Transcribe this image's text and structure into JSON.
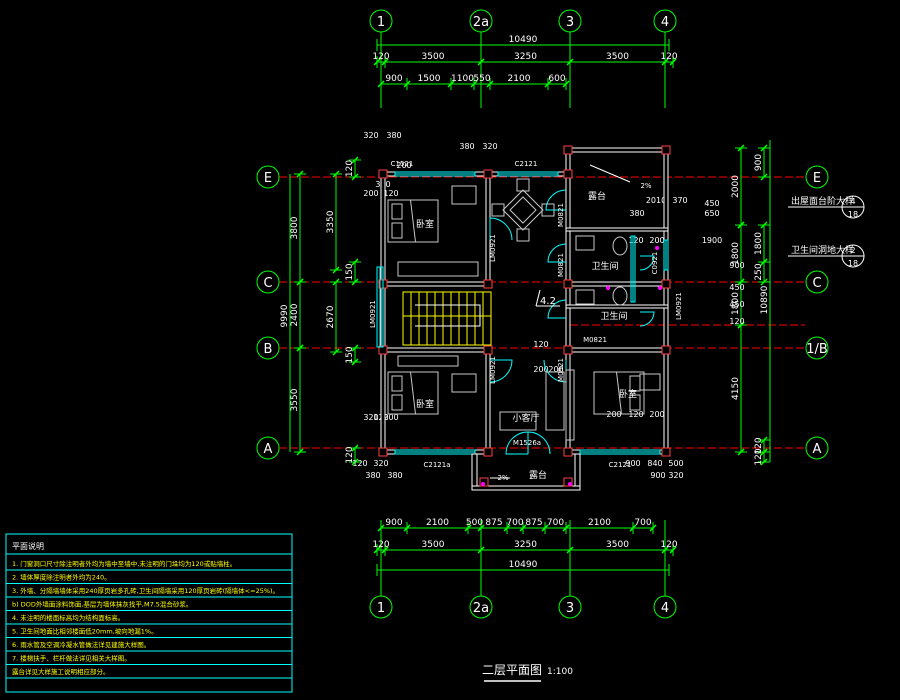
{
  "colors": {
    "background": "#000000",
    "wall": "#ffffff",
    "wall_hatch": "#ff4040",
    "dimension": "#00ff00",
    "dimension_text": "#ffffff",
    "axis_line": "#ff0000",
    "axis_bubble": "#00ff00",
    "window": "#00ffff",
    "door": "#00ffff",
    "furniture": "#c8c8c8",
    "room_text": "#ffffff",
    "title": "#ffffff",
    "notes_frame": "#00ffff",
    "notes_text": "#ffff00",
    "stair": "#ffff00",
    "magenta": "#ff00ff"
  },
  "title": {
    "text": "二层平面图",
    "scale": "1:100"
  },
  "axes": {
    "top_bubbles": [
      "1",
      "2a",
      "3",
      "4"
    ],
    "bottom_bubbles": [
      "1",
      "2a",
      "3",
      "4"
    ],
    "left_bubbles": [
      "E",
      "C",
      "B",
      "A"
    ],
    "right_bubbles": [
      "E",
      "C",
      "1/B",
      "A"
    ]
  },
  "dims": {
    "top_total": "10490",
    "top_row2": [
      "120",
      "3500",
      "3250",
      "3500",
      "120"
    ],
    "top_row3": [
      "900",
      "1500",
      "1100",
      "550",
      "2100",
      "600"
    ],
    "bottom_row1": [
      "900",
      "2100",
      "500",
      "875",
      "700",
      "875",
      "700",
      "2100",
      "700"
    ],
    "bottom_row2": [
      "120",
      "3500",
      "3250",
      "3500",
      "120"
    ],
    "bottom_total": "10490",
    "left_outer": [
      "3800",
      "2400",
      "3550"
    ],
    "left_total": "9990",
    "left_inner": [
      "3350",
      "2670"
    ],
    "left_small": [
      "120",
      "150",
      "150",
      "120"
    ],
    "right_outer": [
      "2000",
      "1800",
      "1800",
      "4150"
    ],
    "right_total": "10890",
    "right_inner": [
      "900",
      "1800",
      "250"
    ],
    "right_small": [
      "120",
      "120"
    ],
    "misc": [
      "320",
      "380",
      "380",
      "320",
      "200",
      "120",
      "380",
      "200",
      "120",
      "320",
      "200",
      "120",
      "320",
      "380",
      "380",
      "320",
      "900",
      "840",
      "900",
      "500",
      "200",
      "120",
      "200",
      "2010",
      "370",
      "380",
      "650",
      "1900",
      "450",
      "900",
      "450",
      "450",
      "120",
      "200",
      "120",
      "200",
      "120",
      "200"
    ]
  },
  "rooms": {
    "bedroom_nw": "卧室",
    "bedroom_sw": "卧室",
    "bedroom_se": "卧室",
    "terrace_ne": "露台",
    "bath_1": "卫生间",
    "bath_2": "卫生间",
    "living_small": "小客厅",
    "balcony": "露台"
  },
  "labels": {
    "window_c1521": "C1521",
    "window_c2121_top": "C2121",
    "window_c2121_bl": "C2121a",
    "window_c2121_br": "C2121",
    "door_m1526a": "M1526a",
    "door_m0821_a": "M0821",
    "door_m0821_b": "M0821",
    "door_m0821_c": "M0821",
    "door_m0921": "M0921",
    "door_lm": "LM0921",
    "door_c0921": "C0921",
    "level": "4.2",
    "slope_1": "2%",
    "slope_2": "2%",
    "detail_1": "出屋面台阶大样",
    "detail_1_num": "4",
    "detail_1_sheet": "18",
    "detail_2": "卫生间洞地大样",
    "detail_2_num": "2",
    "detail_2_sheet": "18"
  },
  "notes": {
    "heading": "平面说明",
    "lines": [
      "1. 门窗洞口尺寸除注明者外均为墙中至墙中,未注明的门垛均为120或贴墙柱。",
      "2. 墙体厚度除注明者外均为240。",
      "3. 外墙、分隔墙墙体采用240厚页岩多孔砖,卫生间隔墙采用120厚页岩砖(隔墙体<=25%)。",
      "   b) DOD外墙面涂料饰面,基层为墙体抹灰找平,M7.5混合砂浆。",
      "4. 未注明的楼面标高均为结构面标高。",
      "5. 卫生间地面比相邻楼面低20mm,坡向地漏1%。",
      "6. 雨水管及空调冷凝水管做法详见建施大样图。",
      "7. 楼梯扶手、栏杆做法详见相关大样图。",
      "   露台详见大样施工说明相应部分。"
    ]
  }
}
